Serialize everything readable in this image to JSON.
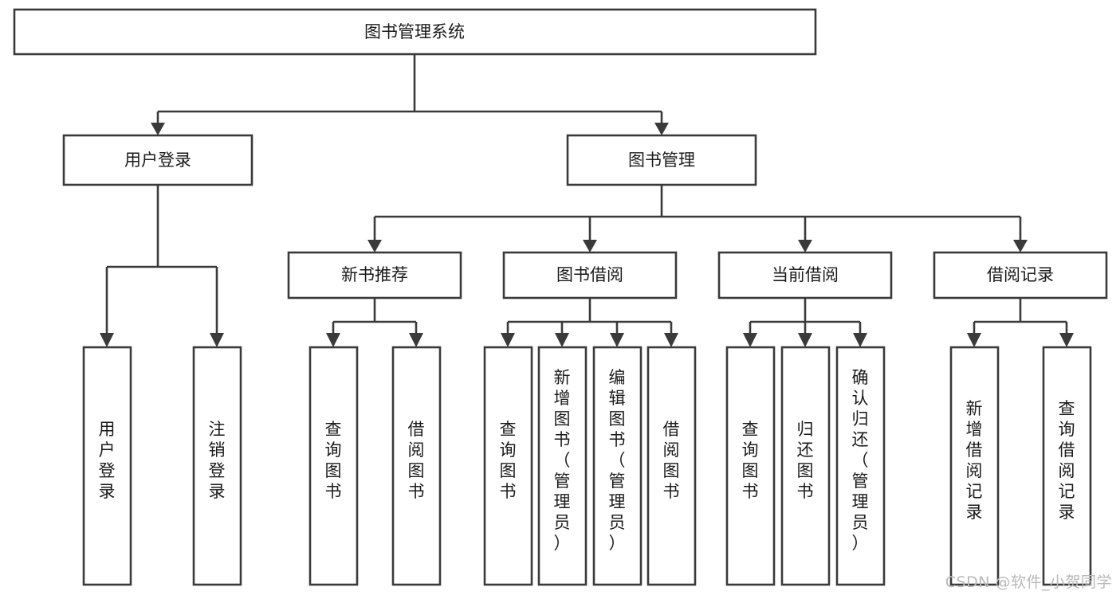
{
  "diagram": {
    "title": "图书管理系统",
    "type": "tree-hierarchy",
    "colors": {
      "box_border": "#3a3a3a",
      "box_fill": "#ffffff",
      "text": "#1a1a1a",
      "background": "#ffffff",
      "watermark": "#b9b9b9"
    },
    "levels": {
      "root": {
        "label": "图书管理系统"
      },
      "level2": [
        {
          "id": "user-login",
          "label": "用户登录"
        },
        {
          "id": "book-management",
          "label": "图书管理"
        }
      ],
      "level3": [
        {
          "id": "new-book-recommend",
          "label": "新书推荐"
        },
        {
          "id": "book-borrow",
          "label": "图书借阅"
        },
        {
          "id": "current-borrow",
          "label": "当前借阅"
        },
        {
          "id": "borrow-record",
          "label": "借阅记录"
        }
      ],
      "leaves": {
        "user-login": [
          {
            "id": "leaf-user-login",
            "label": "用户登录"
          },
          {
            "id": "leaf-logout-login",
            "label": "注销登录"
          }
        ],
        "new-book-recommend": [
          {
            "id": "leaf-query-book-1",
            "label": "查询图书"
          },
          {
            "id": "leaf-borrow-book-1",
            "label": "借阅图书"
          }
        ],
        "book-borrow": [
          {
            "id": "leaf-query-book-2",
            "label": "查询图书"
          },
          {
            "id": "leaf-add-book-admin",
            "label": "新增图书（管理员）"
          },
          {
            "id": "leaf-edit-book-admin",
            "label": "编辑图书（管理员）"
          },
          {
            "id": "leaf-borrow-book-2",
            "label": "借阅图书"
          }
        ],
        "current-borrow": [
          {
            "id": "leaf-query-book-3",
            "label": "查询图书"
          },
          {
            "id": "leaf-return-book",
            "label": "归还图书"
          },
          {
            "id": "leaf-confirm-return-admin",
            "label": "确认归还（管理员）"
          }
        ],
        "borrow-record": [
          {
            "id": "leaf-add-borrow-record",
            "label": "新增借阅记录"
          },
          {
            "id": "leaf-query-borrow-record",
            "label": "查询借阅记录"
          }
        ]
      }
    },
    "watermark": "CSDN @软件_小贺同学"
  }
}
